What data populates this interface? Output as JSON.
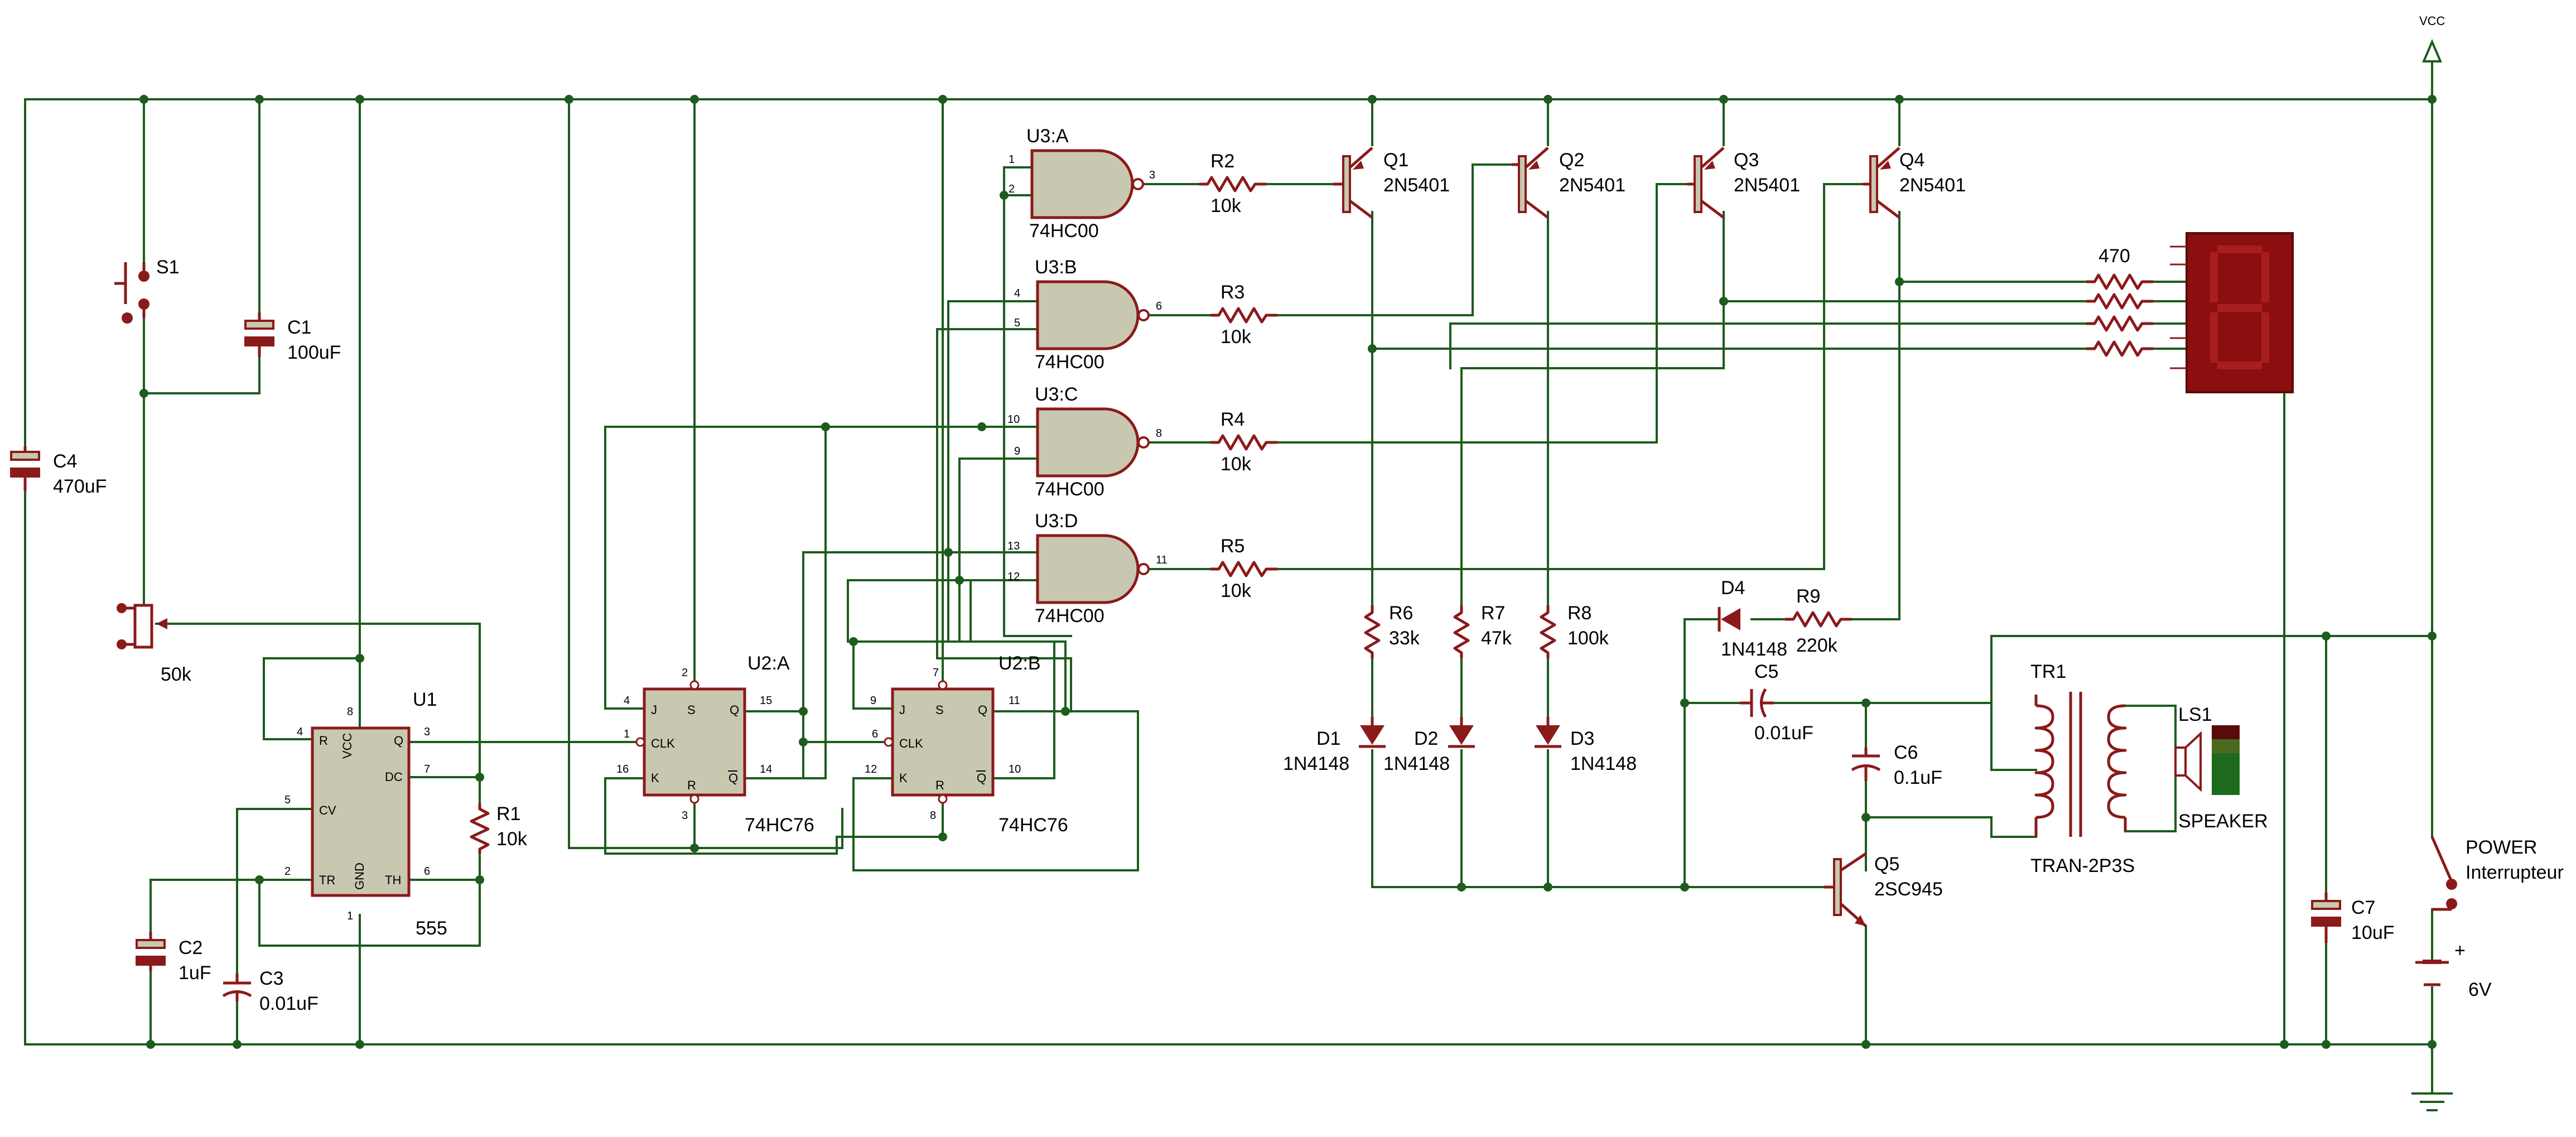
{
  "rails": {
    "vcc": "VCC"
  },
  "components": {
    "s1": {
      "ref": "S1"
    },
    "c1": {
      "ref": "C1",
      "value": "100uF"
    },
    "c4": {
      "ref": "C4",
      "value": "470uF"
    },
    "pot": {
      "value": "50k"
    },
    "c2": {
      "ref": "C2",
      "value": "1uF"
    },
    "c3": {
      "ref": "C3",
      "value": "0.01uF"
    },
    "u1": {
      "ref": "U1",
      "part": "555",
      "pins": {
        "r": "R",
        "vcc": "VCC",
        "q": "Q",
        "dc": "DC",
        "cv": "CV",
        "tr": "TR",
        "gnd": "GND",
        "th": "TH"
      }
    },
    "r1": {
      "ref": "R1",
      "value": "10k"
    },
    "u2a": {
      "ref": "U2:A"
    },
    "u2b": {
      "ref": "U2:B"
    },
    "u2part": "74HC76",
    "ffpins": {
      "j": "J",
      "s": "S",
      "q": "Q",
      "clk": "CLK",
      "k": "K",
      "r": "R",
      "qn": "Q"
    },
    "u3a": {
      "ref": "U3:A",
      "part": "74HC00"
    },
    "u3b": {
      "ref": "U3:B",
      "part": "74HC00"
    },
    "u3c": {
      "ref": "U3:C",
      "part": "74HC00"
    },
    "u3d": {
      "ref": "U3:D",
      "part": "74HC00"
    },
    "r2": {
      "ref": "R2",
      "value": "10k"
    },
    "r3": {
      "ref": "R3",
      "value": "10k"
    },
    "r4": {
      "ref": "R4",
      "value": "10k"
    },
    "r5": {
      "ref": "R5",
      "value": "10k"
    },
    "q1": {
      "ref": "Q1",
      "part": "2N5401"
    },
    "q2": {
      "ref": "Q2",
      "part": "2N5401"
    },
    "q3": {
      "ref": "Q3",
      "part": "2N5401"
    },
    "q4": {
      "ref": "Q4",
      "part": "2N5401"
    },
    "r6": {
      "ref": "R6",
      "value": "33k"
    },
    "r7": {
      "ref": "R7",
      "value": "47k"
    },
    "r8": {
      "ref": "R8",
      "value": "100k"
    },
    "d1": {
      "ref": "D1",
      "part": "1N4148"
    },
    "d2": {
      "ref": "D2",
      "part": "1N4148"
    },
    "d3": {
      "ref": "D3",
      "part": "1N4148"
    },
    "d4": {
      "ref": "D4",
      "part": "1N4148"
    },
    "r9": {
      "ref": "R9",
      "value": "220k"
    },
    "c5": {
      "ref": "C5",
      "value": "0.01uF"
    },
    "c6": {
      "ref": "C6",
      "value": "0.1uF"
    },
    "q5": {
      "ref": "Q5",
      "part": "2SC945"
    },
    "tr1": {
      "ref": "TR1",
      "part": "TRAN-2P3S"
    },
    "ls1": {
      "ref": "LS1",
      "part": "SPEAKER"
    },
    "rseg": {
      "value": "470"
    },
    "c7": {
      "ref": "C7",
      "value": "10uF"
    },
    "power": {
      "ref": "POWER",
      "part": "Interrupteur"
    },
    "bat": {
      "value": "6V",
      "plus": "+"
    }
  },
  "pin_numbers": {
    "u1": [
      "4",
      "8",
      "3",
      "7",
      "5",
      "2",
      "1",
      "6"
    ],
    "u2a": [
      "4",
      "2",
      "15",
      "1",
      "16",
      "3",
      "14"
    ],
    "u2b": [
      "9",
      "7",
      "11",
      "6",
      "12",
      "8",
      "10"
    ],
    "u3a": [
      "1",
      "2",
      "3"
    ],
    "u3b": [
      "4",
      "5",
      "6"
    ],
    "u3c": [
      "10",
      "9",
      "8"
    ],
    "u3d": [
      "13",
      "12",
      "11"
    ]
  },
  "colors": {
    "wire": "#1d5c1d",
    "component": "#8b1a1a",
    "ic_body": "#c8c8b0",
    "display": "#8b0f0f"
  }
}
